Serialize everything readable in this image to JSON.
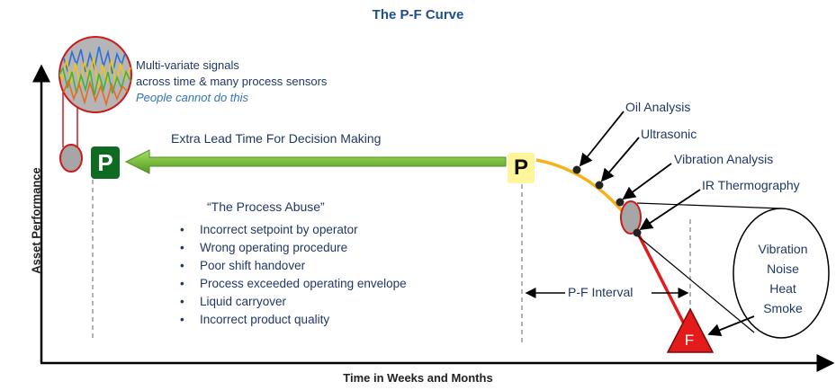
{
  "title": "The P-F Curve",
  "axes": {
    "x_label": "Time in Weeks and Months",
    "y_label": "Asset Performance"
  },
  "signals_note": {
    "line1": "Multi-variate signals",
    "line2": "across time & many process sensors",
    "line3": "People cannot do this"
  },
  "lead_time_label": "Extra Lead Time For Decision Making",
  "markers": {
    "early_p": "P",
    "p_point": "P",
    "f_point": "F"
  },
  "process_abuse": {
    "title": "“The Process Abuse”",
    "bullet": "•",
    "items": [
      "Incorrect setpoint by operator",
      "Wrong operating procedure",
      "Poor shift handover",
      "Process exceeded operating envelope",
      "Liquid carryover",
      "Incorrect product quality"
    ]
  },
  "techniques": [
    "Oil Analysis",
    "Ultrasonic",
    "Vibration Analysis",
    "IR Thermography"
  ],
  "pf_interval_label": "P-F Interval",
  "symptoms": [
    "Vibration",
    "Noise",
    "Heat",
    "Smoke"
  ],
  "colors": {
    "title": "#1f4e8c",
    "text": "#1f3864",
    "lead_arrow": "#7ac943",
    "early_p_fill": "#0e6b21",
    "p_fill": "#fff59a",
    "curve": "#f5b31a",
    "failure_line": "#e31b1b",
    "failure_triangle": "#e31b1b",
    "zoom_circle_stroke": "#cc1a1a"
  },
  "icons": {
    "early_p": "p-square-icon",
    "p_point": "p-square-icon",
    "failure": "warning-triangle-icon",
    "signals": "signal-waveform-icon"
  }
}
